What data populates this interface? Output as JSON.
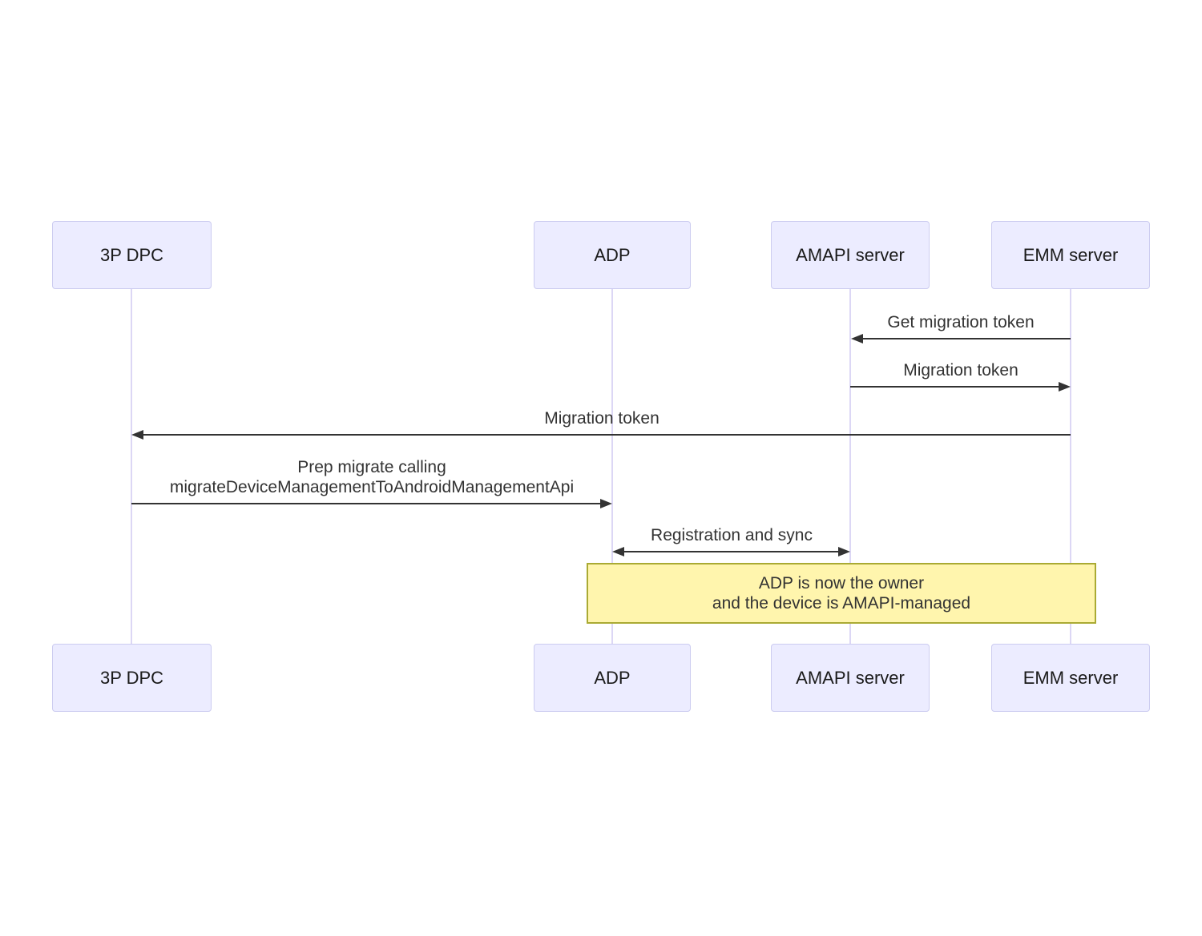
{
  "diagram": {
    "type": "sequence-diagram",
    "colors": {
      "actor_fill": "#ECECFF",
      "actor_border": "#CCCCF0",
      "lifeline": "#DCD7F5",
      "note_fill": "#FFF5AD",
      "note_border": "#AAAA33",
      "arrow": "#333333",
      "message_text": "#333333",
      "actor_text": "#1a1a1a",
      "background": "#ffffff"
    },
    "actors": [
      {
        "label": "3P DPC"
      },
      {
        "label": "ADP"
      },
      {
        "label": "AMAPI server"
      },
      {
        "label": "EMM server"
      }
    ],
    "messages": [
      {
        "label": "Get migration token",
        "from": "EMM server",
        "to": "AMAPI server",
        "arrow": "left"
      },
      {
        "label": "Migration token",
        "from": "AMAPI server",
        "to": "EMM server",
        "arrow": "right"
      },
      {
        "label": "Migration token",
        "from": "EMM server",
        "to": "3P DPC",
        "arrow": "left"
      },
      {
        "label": "Prep migrate calling\nmigrateDeviceManagementToAndroidManagementApi",
        "from": "3P DPC",
        "to": "ADP",
        "arrow": "right"
      },
      {
        "label": "Registration and sync",
        "from": "ADP",
        "to": "AMAPI server",
        "arrow": "both"
      }
    ],
    "note": {
      "label": "ADP is now the owner\nand the device is AMAPI-managed",
      "over": "ADP, EMM server"
    }
  }
}
